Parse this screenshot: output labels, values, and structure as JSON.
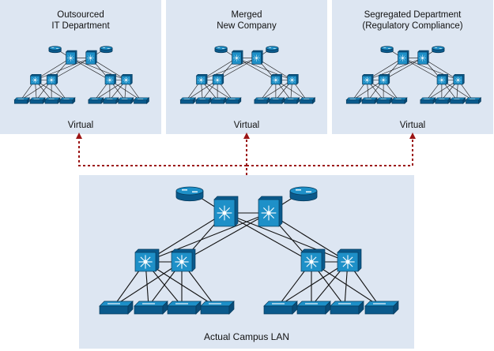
{
  "panels": [
    {
      "id": "outsourced",
      "title_line1": "Outsourced",
      "title_line2": "IT Department",
      "footer": "Virtual"
    },
    {
      "id": "merged",
      "title_line1": "Merged",
      "title_line2": "New Company",
      "footer": "Virtual"
    },
    {
      "id": "segregated",
      "title_line1": "Segregated Department",
      "title_line2": "(Regulatory Compliance)",
      "footer": "Virtual"
    }
  ],
  "campus": {
    "label": "Actual Campus LAN"
  },
  "colors": {
    "panel_bg": "#dde6f2",
    "device_blue": "#1e90c8",
    "device_dark": "#0a5a8c",
    "arrow": "#9b1414",
    "line": "#111111"
  }
}
